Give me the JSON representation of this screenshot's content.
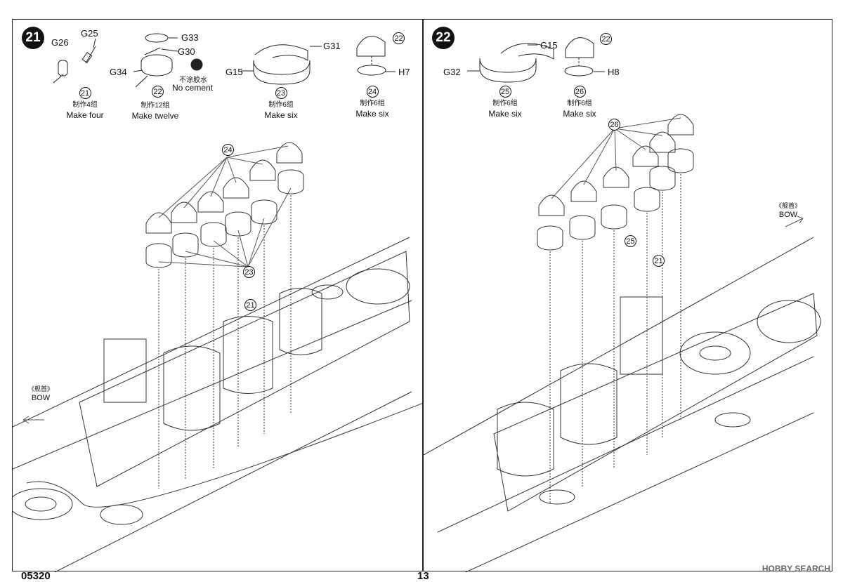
{
  "steps": [
    {
      "number": "21",
      "parts": [
        "G26",
        "G25",
        "G33",
        "G30",
        "G34",
        "G31",
        "G15",
        "H7"
      ],
      "no_cement_cn": "不涂胶水",
      "no_cement_en": "No cement",
      "callouts": [
        "22",
        "22"
      ],
      "subassemblies": [
        {
          "id": "21",
          "cn": "制作4组",
          "en": "Make four"
        },
        {
          "id": "22",
          "cn": "制作12组",
          "en": "Make twelve"
        },
        {
          "id": "23",
          "cn": "制作6组",
          "en": "Make six"
        },
        {
          "id": "24",
          "cn": "制作6组",
          "en": "Make six"
        }
      ],
      "diagram_callouts": [
        "24",
        "23",
        "21"
      ],
      "bow_cn": "《舰首》",
      "bow_en": "BOW"
    },
    {
      "number": "22",
      "parts": [
        "G15",
        "G32",
        "H8"
      ],
      "callouts": [
        "22"
      ],
      "subassemblies": [
        {
          "id": "25",
          "cn": "制作6组",
          "en": "Make six"
        },
        {
          "id": "26",
          "cn": "制作6组",
          "en": "Make six"
        }
      ],
      "diagram_callouts": [
        "26",
        "25",
        "21"
      ],
      "bow_cn": "《舰首》",
      "bow_en": "BOW"
    }
  ],
  "footer": {
    "item_number": "05320",
    "page_number": "13"
  },
  "watermark": "HOBBY SEARCH"
}
